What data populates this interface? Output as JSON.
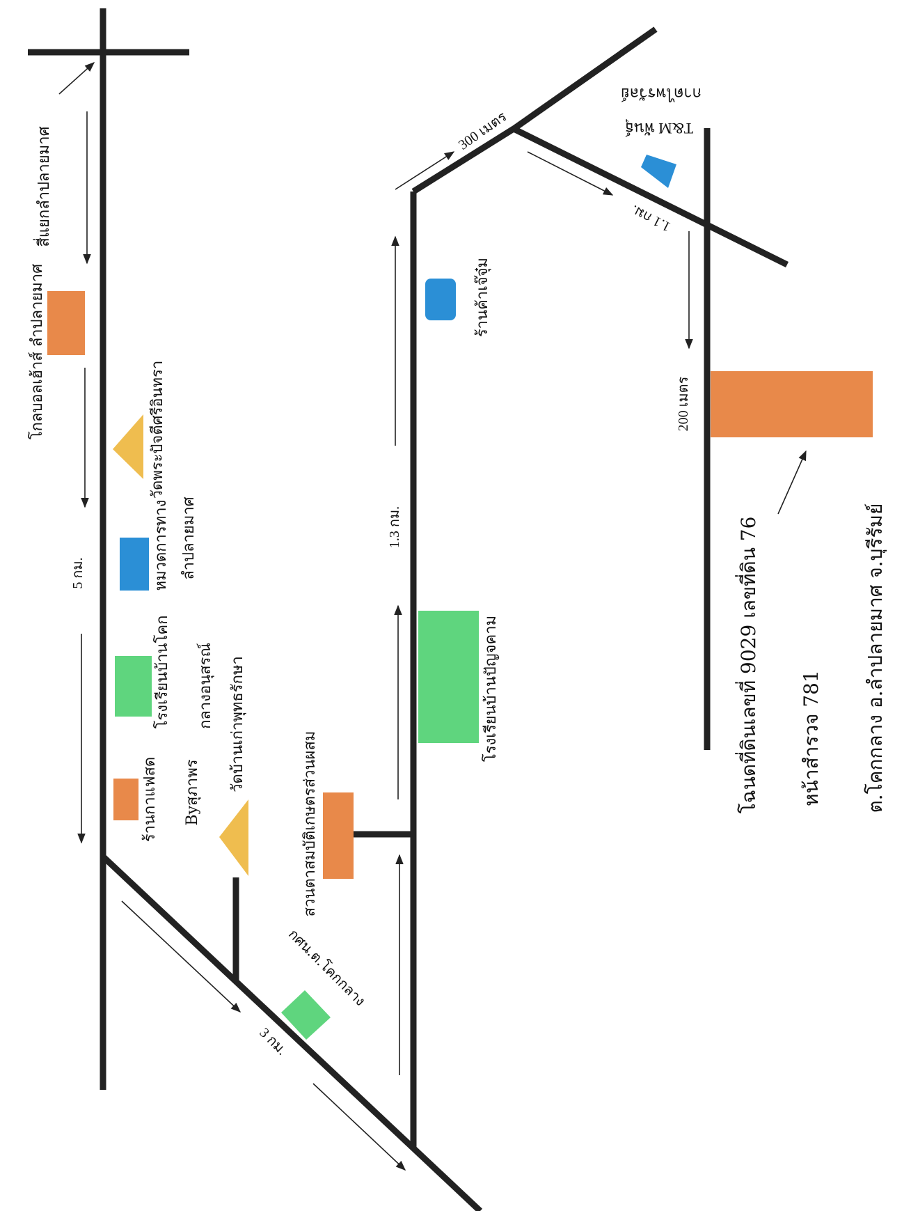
{
  "colors": {
    "road": "#222222",
    "orange": "#e8894a",
    "green": "#5fd57e",
    "blue": "#2b8fd6",
    "yellow": "#efbd4f"
  },
  "labels": {
    "junction": "สี่แยกลำปลายมาศ",
    "church": "โกลบอลเฮ้าส์ ลำปลายมาศ",
    "wat_phraputsri": "วัดพระปัจตีศรีอินทรา",
    "highway_dept_1": "หมวดการทาง",
    "highway_dept_2": "ลำปลายมาศ",
    "school_klang_1": "โรงเรียนบ้านโคก",
    "school_klang_2": "กลางอนุสรณ์",
    "cafe_1": "ร้านกาแฟสด",
    "cafe_2": "Byสุภาพร",
    "wat_buddha": "วัดบ้านเก่าพุทธรักษา",
    "dist_5km": "5 กม.",
    "dist_3km": "3 กม.",
    "school_pong": "กศน.ต.โคกกลาง",
    "farm": "สวนตาสมบัติเกษตรส่วนผสม",
    "dist_13km": "1.3 กม.",
    "school_banpan": "โรงเรียนบ้านปัญจคาม",
    "shop_jum": "ร้านค้าเจ๊จุ๋ม",
    "dist_300m": "300 เมตร",
    "hut": "กาดไพรวัลย์",
    "tm": "T&M พันธุ์",
    "dist_11km": "1.1 กม.",
    "dist_200m": "200 เมตร",
    "deed": "โฉนดที่ดินเลขที่ 9029 เลขที่ดิน 76",
    "survey": "หน้าสำรวจ 781",
    "location": "ต.โคกกลาง อ.ลำปลายมาศ จ.บุรีรัมย์"
  }
}
